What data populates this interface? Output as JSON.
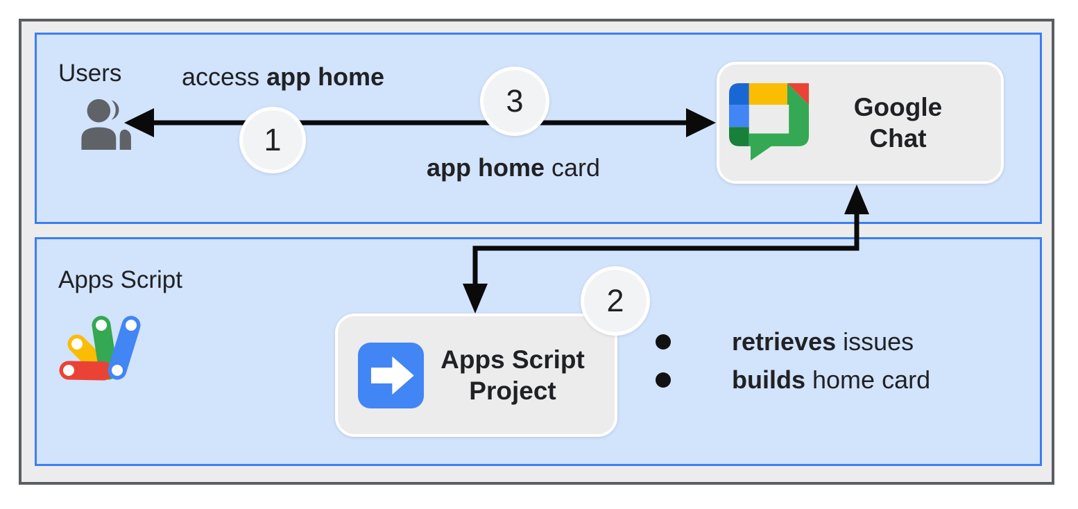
{
  "diagram": {
    "users_panel": {
      "title": "Users",
      "arrow_label_top": {
        "normal": "access",
        "bold": "app home"
      },
      "arrow_label_bottom": {
        "bold": "app home",
        "normal": "card"
      },
      "step_1": "1",
      "step_3": "3",
      "google_chat_node": {
        "line1": "Google",
        "line2": "Chat"
      }
    },
    "apps_script_panel": {
      "title": "Apps Script",
      "step_2": "2",
      "project_node": {
        "line1": "Apps Script",
        "line2": "Project"
      },
      "bullets": [
        {
          "bold": "retrieves",
          "normal": "issues"
        },
        {
          "bold": "builds",
          "normal": "home card"
        }
      ]
    },
    "colors": {
      "panel_fill": "#d2e3fc",
      "panel_border": "#3b7ef5",
      "frame_fill": "#ececec",
      "frame_border": "#5b5e61",
      "node_fill": "#ececec",
      "node_border": "#ffffff",
      "badge_fill": "#f1f3f4",
      "arrow": "#0a0a0a",
      "text": "#202124",
      "users_icon_gray": "#5f6368",
      "google_blue": "#4285f4",
      "google_red": "#ea4335",
      "google_yellow": "#fbbc04",
      "google_green": "#34a853",
      "chat_dark_blue": "#1967d2",
      "chat_dark_green": "#188038"
    }
  }
}
